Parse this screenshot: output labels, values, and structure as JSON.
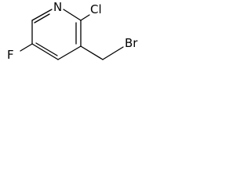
{
  "molecule": {
    "atoms": {
      "n": "N",
      "cl": "Cl",
      "f": "F",
      "br": "Br"
    },
    "colors": {
      "bond": "#000000",
      "label": "#000000",
      "background": "#ffffff"
    }
  }
}
